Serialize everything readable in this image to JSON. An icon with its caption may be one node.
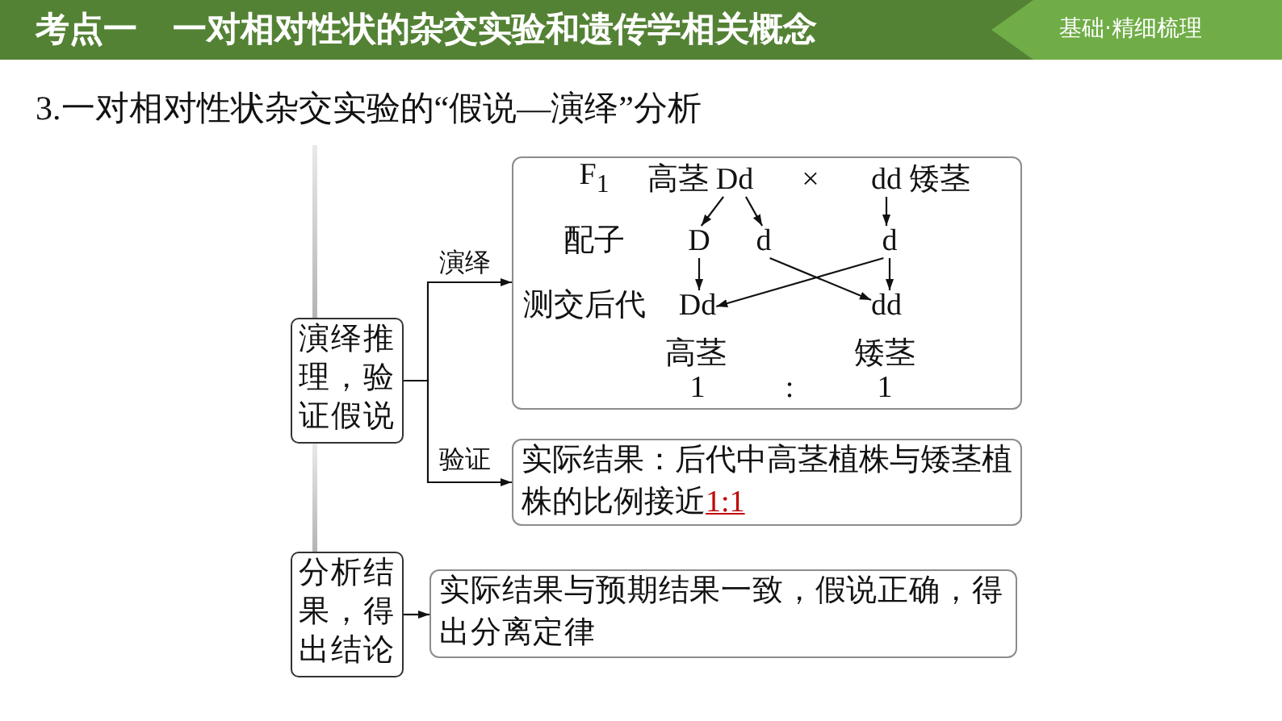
{
  "diagram": {
    "title": "3.一对相对性状杂交实验的“假说—演绎”分析",
    "nodes": [
      {
        "text": [
          "演绎推理，验证假说"
        ]
      },
      {
        "text": [
          "F$_{1}$",
          "高茎",
          "×",
          "矮茎",
          "配子",
          "测交后代",
          "高茎",
          "矮茎",
          "1",
          ":",
          "1"
        ]
      },
      {
        "text": [
          "Dd"
        ],
        "in": 1
      },
      {
        "text": [
          "dd"
        ],
        "in": 1
      },
      {
        "text": [
          "D"
        ],
        "in": 1
      },
      {
        "text": [
          "d"
        ],
        "in": 1
      },
      {
        "text": [
          "d"
        ],
        "in": 1
      },
      {
        "text": [
          "Dd"
        ],
        "in": 1
      },
      {
        "text": [
          "dd"
        ],
        "in": 1
      },
      {
        "text": [
          "实际结果：后代中高茎植株与矮茎植株的比例接近",
          "1:1"
        ]
      },
      {
        "text": [
          "分析结果，得出结论"
        ]
      },
      {
        "text": [
          "实际结果与预期结果一致，假说正确，得出分离定律"
        ]
      }
    ],
    "edges": [
      {
        "from": 0,
        "to": 1,
        "arrow": "to",
        "label": "演绎"
      },
      {
        "from": 0,
        "to": 9,
        "arrow": "to",
        "label": "验证"
      },
      {
        "from": 2,
        "to": 4,
        "arrow": "to"
      },
      {
        "from": 2,
        "to": 5,
        "arrow": "to"
      },
      {
        "from": 3,
        "to": 6,
        "arrow": "to"
      },
      {
        "from": 4,
        "to": 7,
        "arrow": "to"
      },
      {
        "from": 6,
        "to": 7,
        "arrow": "to"
      },
      {
        "from": 5,
        "to": 8,
        "arrow": "to"
      },
      {
        "from": 6,
        "to": 8,
        "arrow": "to"
      },
      {
        "from": null,
        "to": 0,
        "arrow": "none",
        "style": "thick",
        "color": "#b4b4b4"
      },
      {
        "from": 0,
        "to": 10,
        "arrow": "none",
        "style": "thick",
        "color": "#b4b4b4"
      },
      {
        "from": 10,
        "to": 11,
        "arrow": "to"
      }
    ],
    "labels": [
      "考点一",
      "一对相对性状的杂交实验和遗传学相关概念",
      "基础·精细梳理"
    ]
  }
}
